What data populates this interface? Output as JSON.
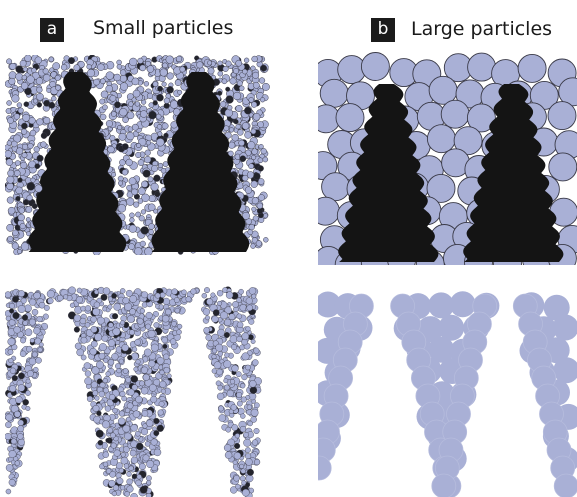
{
  "panels": [
    {
      "id": "a",
      "badge": "a",
      "title": "Small particles"
    },
    {
      "id": "b",
      "badge": "b",
      "title": "Large particles"
    }
  ],
  "colors": {
    "particle_fill": "#a9b0d6",
    "particle_stroke": "#3a3a48",
    "dark_particle": "#23242c",
    "tree_fill": "#141414",
    "badge_bg": "#1b1b1b",
    "badge_text": "#ffffff",
    "background": "#ffffff"
  }
}
